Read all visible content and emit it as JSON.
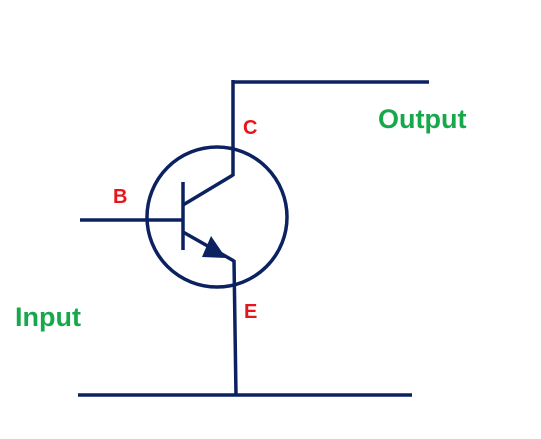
{
  "labels": {
    "collector": "C",
    "base": "B",
    "emitter": "E",
    "output": "Output",
    "input": "Input"
  },
  "colors": {
    "wire": "#0b2160",
    "pin_label": "#e8141b",
    "io_label": "#18a84c",
    "background": "#ffffff"
  },
  "components": {
    "transistor": "npn-bjt-symbol"
  }
}
